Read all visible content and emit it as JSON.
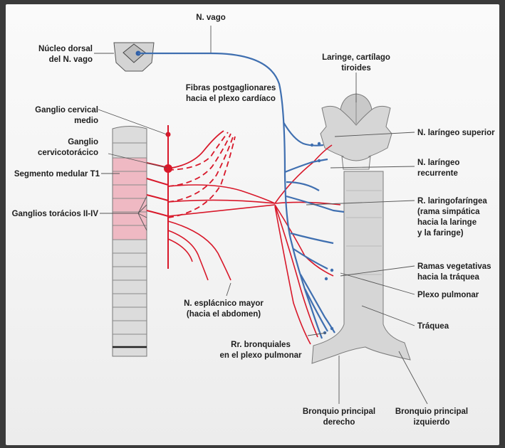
{
  "labels": {
    "vagus": "N. vago",
    "dorsal_nucleus_1": "Núcleo dorsal",
    "dorsal_nucleus_2": "del N. vago",
    "postganglionic_1": "Fibras postgaglionares",
    "postganglionic_2": "hacia el plexo cardíaco",
    "larynx_1": "Laringe, cartílago",
    "larynx_2": "tiroides",
    "middle_cervical_1": "Ganglio cervical",
    "middle_cervical_2": "medio",
    "cervicothoracic_1": "Ganglio",
    "cervicothoracic_2": "cervicotorácico",
    "segment_t1": "Segmento medular T1",
    "thoracic_ganglia": "Ganglios torácios II-IV",
    "superior_laryngeal": "N. laríngeo superior",
    "recurrent_1": "N. laríngeo",
    "recurrent_2": "recurrente",
    "laryngopharyngeal_1": "R. laringofaríngea",
    "laryngopharyngeal_2": "(rama simpática",
    "laryngopharyngeal_3": "hacia la laringe",
    "laryngopharyngeal_4": "y la faringe)",
    "tracheal_branches_1": "Ramas vegetativas",
    "tracheal_branches_2": "hacia la tráquea",
    "pulmonary_plexus": "Plexo pulmonar",
    "greater_splanchnic_1": "N. esplácnico mayor",
    "greater_splanchnic_2": "(hacia el abdomen)",
    "trachea": "Tráquea",
    "bronchial_1": "Rr. bronquiales",
    "bronchial_2": "en el plexo pulmonar",
    "right_bronchus_1": "Bronquio principal",
    "right_bronchus_2": "derecho",
    "left_bronchus_1": "Bronquio principal",
    "left_bronchus_2": "izquierdo"
  },
  "colors": {
    "parasympathetic": "#3f6fb0",
    "sympathetic": "#d8182a",
    "spinal_segment_highlight": "#efb9c3",
    "organ_fill": "#d6d6d6"
  }
}
